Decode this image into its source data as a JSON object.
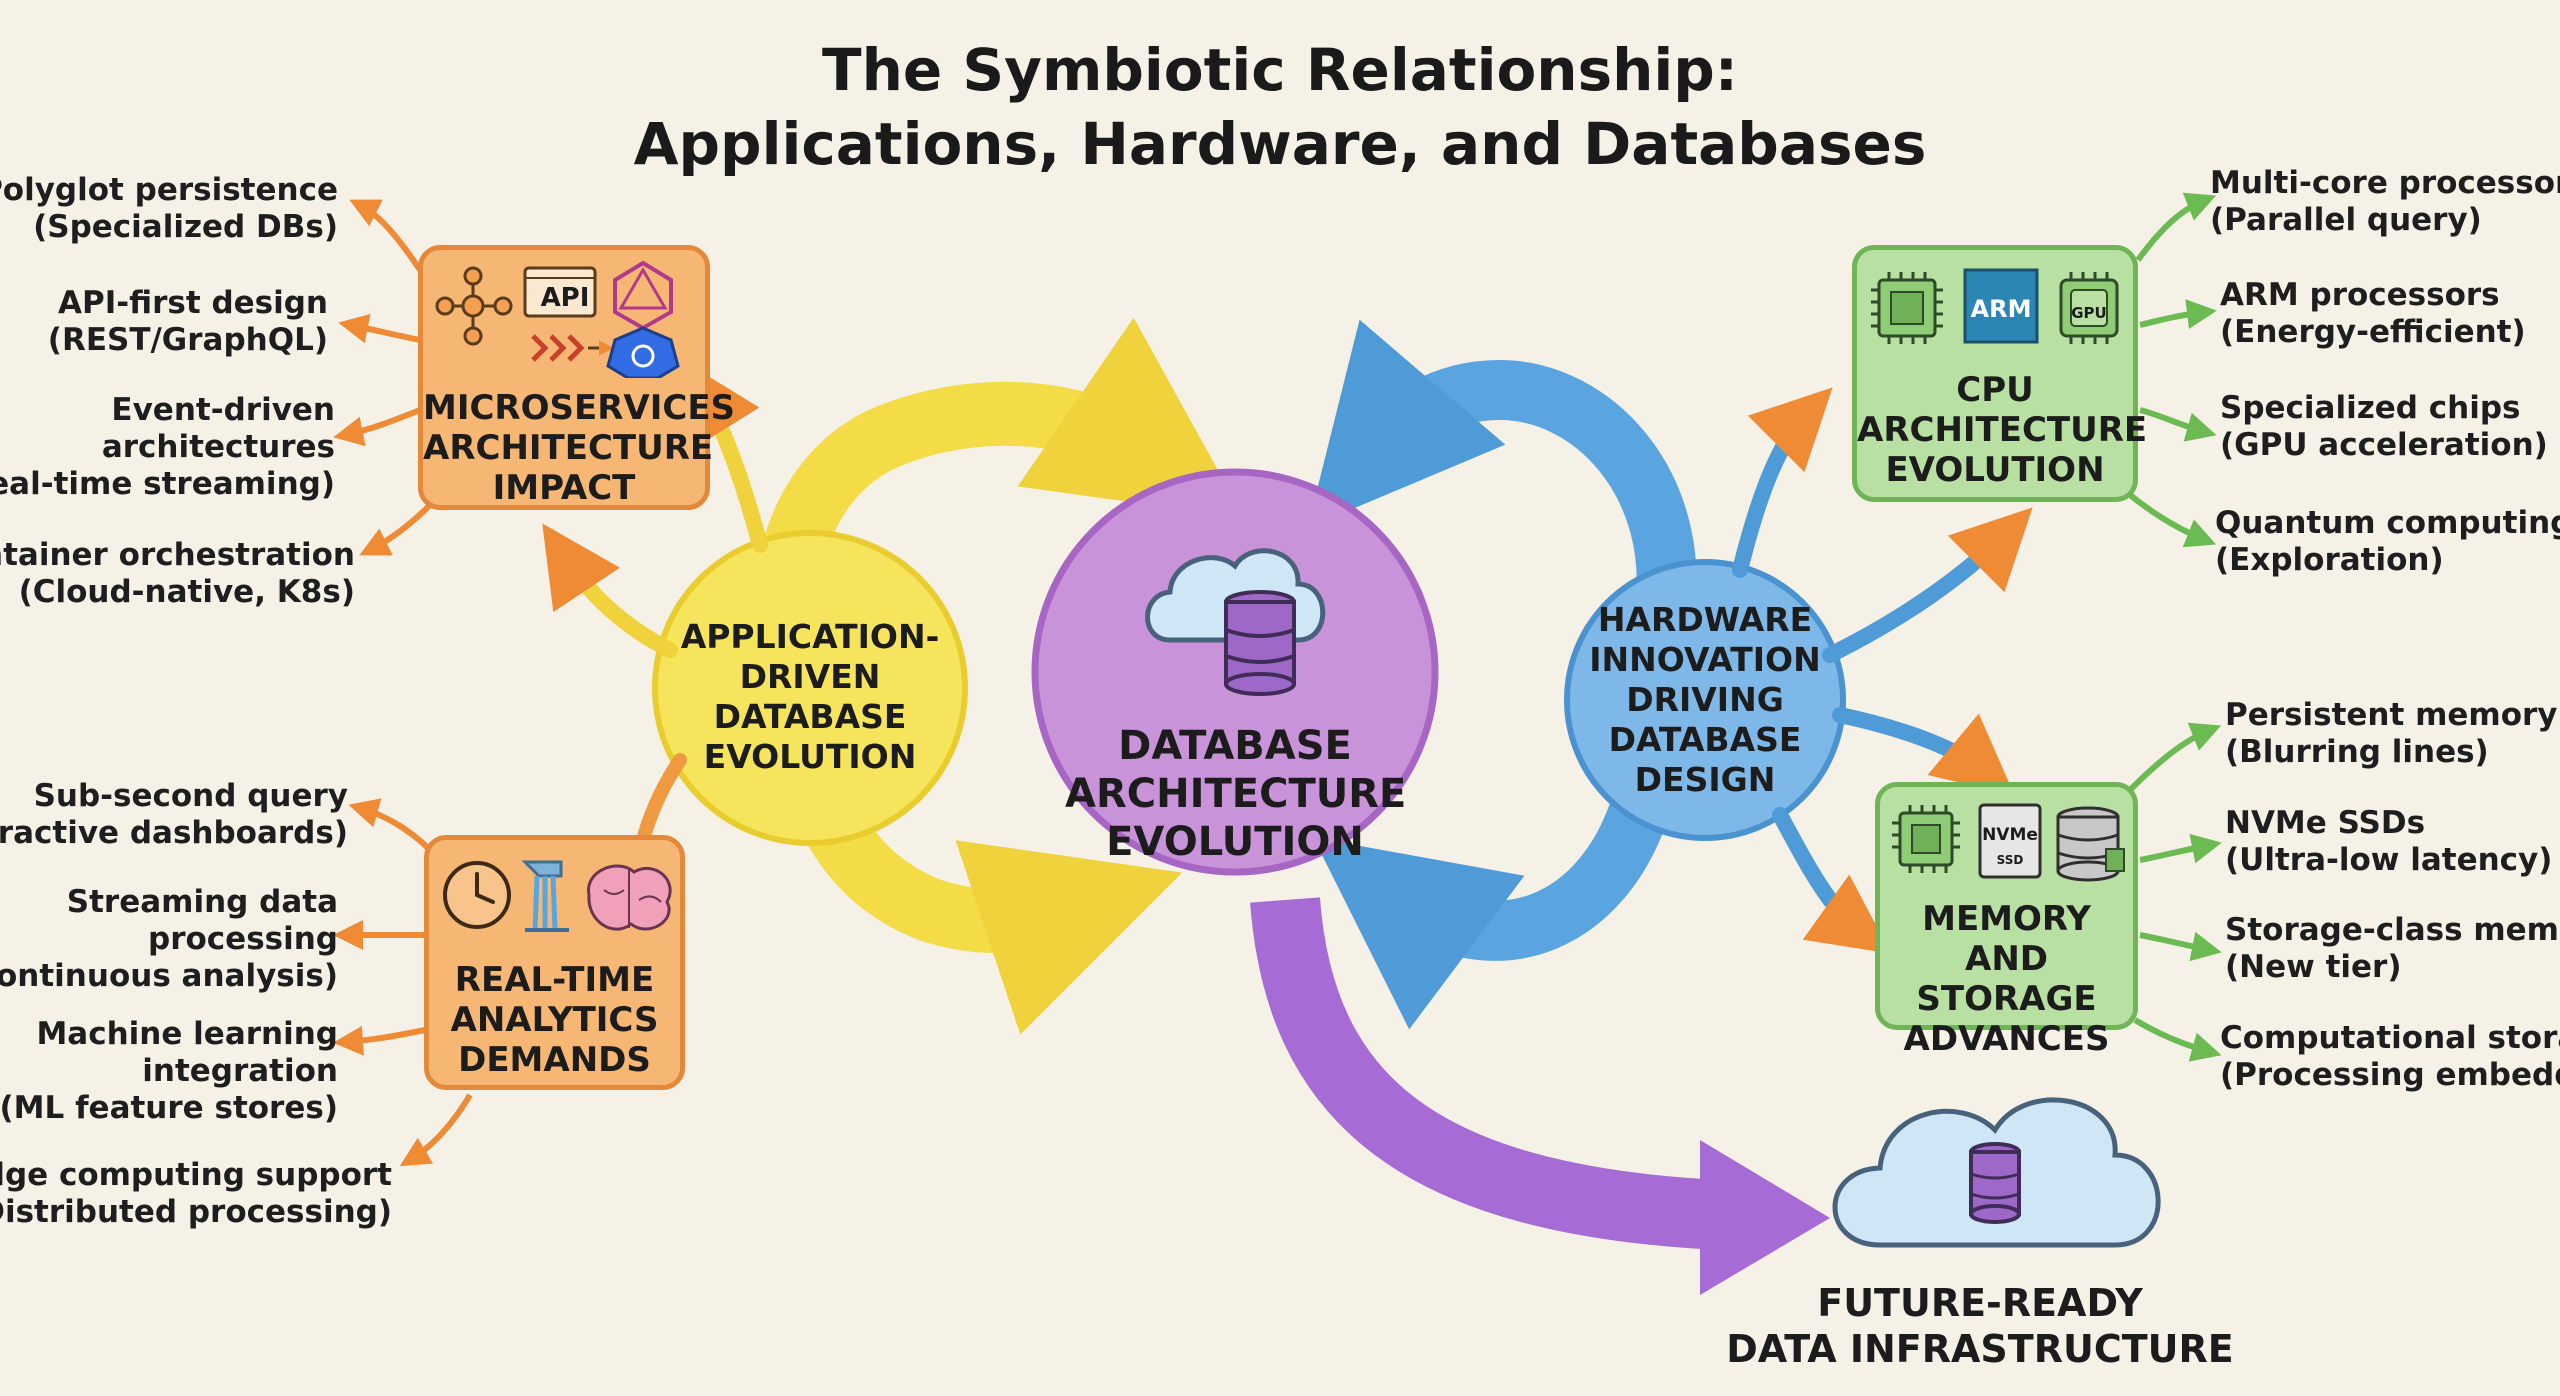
{
  "title": {
    "line1": "The Symbiotic Relationship:",
    "line2": "Applications, Hardware, and Databases"
  },
  "center": {
    "line1": "DATABASE",
    "line2": "ARCHITECTURE",
    "line3": "EVOLUTION"
  },
  "app_driven": {
    "line1": "APPLICATION-",
    "line2": "DRIVEN",
    "line3": "DATABASE",
    "line4": "EVOLUTION"
  },
  "hardware": {
    "line1": "HARDWARE",
    "line2": "INNOVATION",
    "line3": "DRIVING",
    "line4": "DATABASE",
    "line5": "DESIGN"
  },
  "microservices": {
    "line1": "MICROSERVICES",
    "line2": "ARCHITECTURE",
    "line3": "IMPACT",
    "api_label": "API",
    "items": [
      {
        "main": "Polyglot persistence",
        "sub": "(Specialized DBs)"
      },
      {
        "main": "API-first design",
        "sub": "(REST/GraphQL)"
      },
      {
        "main": "Event-driven",
        "main2": "architectures",
        "sub": "(Real-time streaming)"
      },
      {
        "main": "Container orchestration",
        "sub": "(Cloud-native, K8s)"
      }
    ]
  },
  "realtime": {
    "line1": "REAL-TIME",
    "line2": "ANALYTICS",
    "line3": "DEMANDS",
    "items": [
      {
        "main": "Sub-second query",
        "sub": "(Interactive dashboards)"
      },
      {
        "main": "Streaming data",
        "main2": "processing",
        "sub": "(Continuous analysis)"
      },
      {
        "main": "Machine learning",
        "main2": "integration",
        "sub": "(ML feature stores)"
      },
      {
        "main": "Edge computing support",
        "sub": "(Distributed processing)"
      }
    ]
  },
  "cpu": {
    "line1": "CPU",
    "line2": "ARCHITECTURE",
    "line3": "EVOLUTION",
    "arm_label": "ARM",
    "gpu_label": "GPU",
    "items": [
      {
        "main": "Multi-core processors",
        "sub": "(Parallel query)"
      },
      {
        "main": "ARM processors",
        "sub": "(Energy-efficient)"
      },
      {
        "main": "Specialized chips",
        "sub": "(GPU acceleration)"
      },
      {
        "main": "Quantum computing",
        "sub": "(Exploration)"
      }
    ]
  },
  "memory": {
    "line1": "MEMORY AND",
    "line2": "STORAGE",
    "line3": "ADVANCES",
    "nvme_label": "NVMe",
    "ssd_label": "SSD",
    "items": [
      {
        "main": "Persistent memory",
        "sub": "(Blurring lines)"
      },
      {
        "main": "NVMe SSDs",
        "sub": "(Ultra-low latency)"
      },
      {
        "main": "Storage-class memory",
        "sub": "(New tier)"
      },
      {
        "main": "Computational storage",
        "sub": "(Processing embedded)"
      }
    ]
  },
  "future": {
    "line1": "FUTURE-READY",
    "line2": "DATA INFRASTRUCTURE"
  },
  "colors": {
    "background": "#f5f1e6",
    "yellow": "#f3e04a",
    "purple": "#c88fd9",
    "blue": "#5aa5e0",
    "orange": "#f0923e",
    "green": "#7cc463"
  }
}
